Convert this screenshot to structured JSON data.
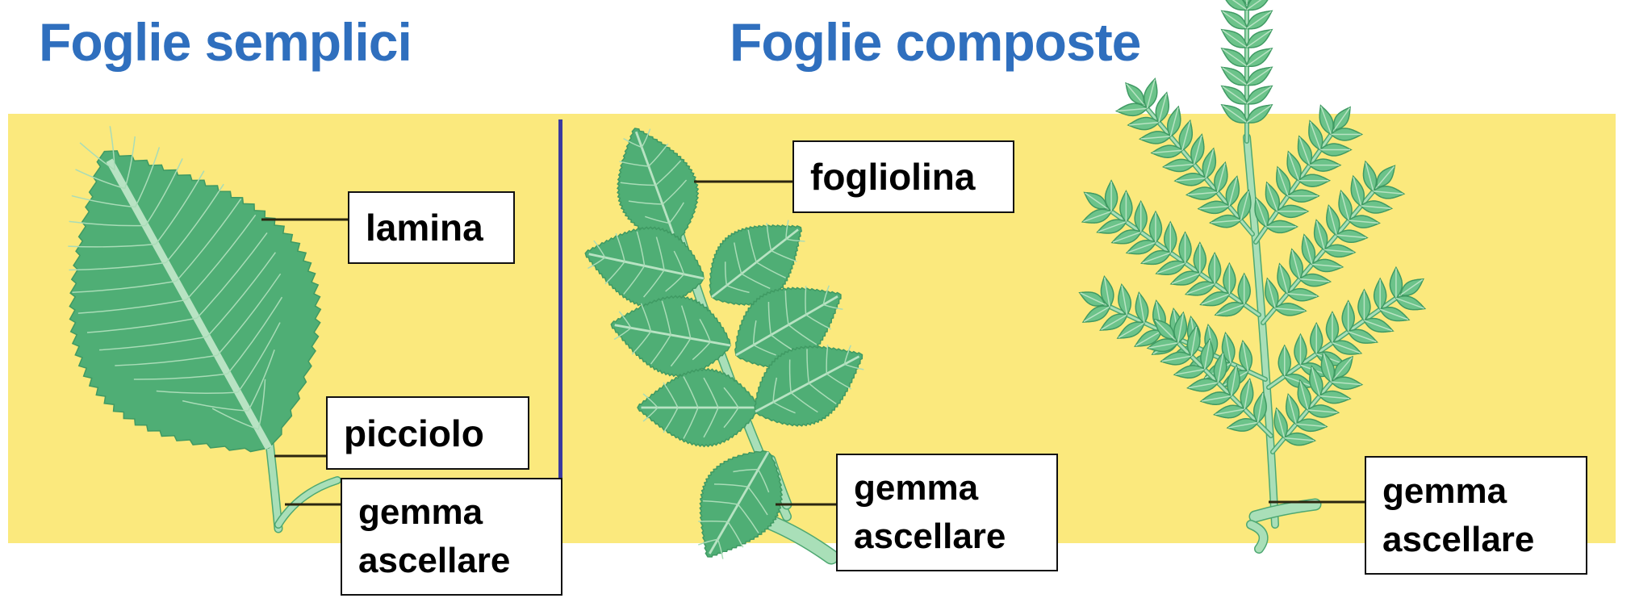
{
  "titles": {
    "simple": "Foglie semplici",
    "compound": "Foglie composte"
  },
  "labels": {
    "lamina": "lamina",
    "picciolo": "picciolo",
    "fogliolina": "fogliolina",
    "gemma_simple": [
      "gemma",
      "ascellare"
    ],
    "gemma_compound1": [
      "gemma",
      "ascellare"
    ],
    "gemma_compound2": [
      "gemma",
      "ascellare"
    ]
  },
  "colors": {
    "title": "#2f6fbe",
    "background_band": "#fbe97d",
    "leaf": "#52b077",
    "leaf_light": "#6cc38a",
    "divider": "#3a3aa0"
  }
}
